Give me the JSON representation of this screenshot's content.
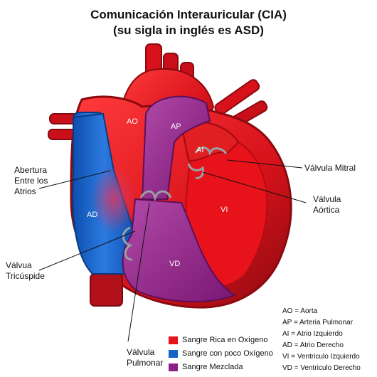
{
  "title_line1": "Comunicación Interauricular (CIA)",
  "title_line2": "(su sigla in inglés es ASD)",
  "chambers": {
    "ao": "AO",
    "ap": "AP",
    "ai": "AI",
    "ad": "AD",
    "vi": "VI",
    "vd": "VD"
  },
  "callouts": {
    "abertura": "Abertura Entre los Atrios",
    "tricuspide": "Válvua Tricúspide",
    "pulmonar": "Válvula Pulmonar",
    "mitral": "Válvula Mitral",
    "aortica": "Válvula Aórtica"
  },
  "legend": [
    {
      "label": "Sangre Rica en Oxígeno",
      "color": "#e8121b"
    },
    {
      "label": "Sangre con poco Oxígeno",
      "color": "#1565c8"
    },
    {
      "label": "Sangre Mezclada",
      "color": "#8e1f86"
    }
  ],
  "abbreviations": [
    "AO = Aorta",
    "AP = Arteria Pulmonar",
    "AI = Atrio Izquierdo",
    "AD = Atrio Derecho",
    "VI = Ventriculo Izquierdo",
    "VD = Ventriculo Derecho"
  ]
}
